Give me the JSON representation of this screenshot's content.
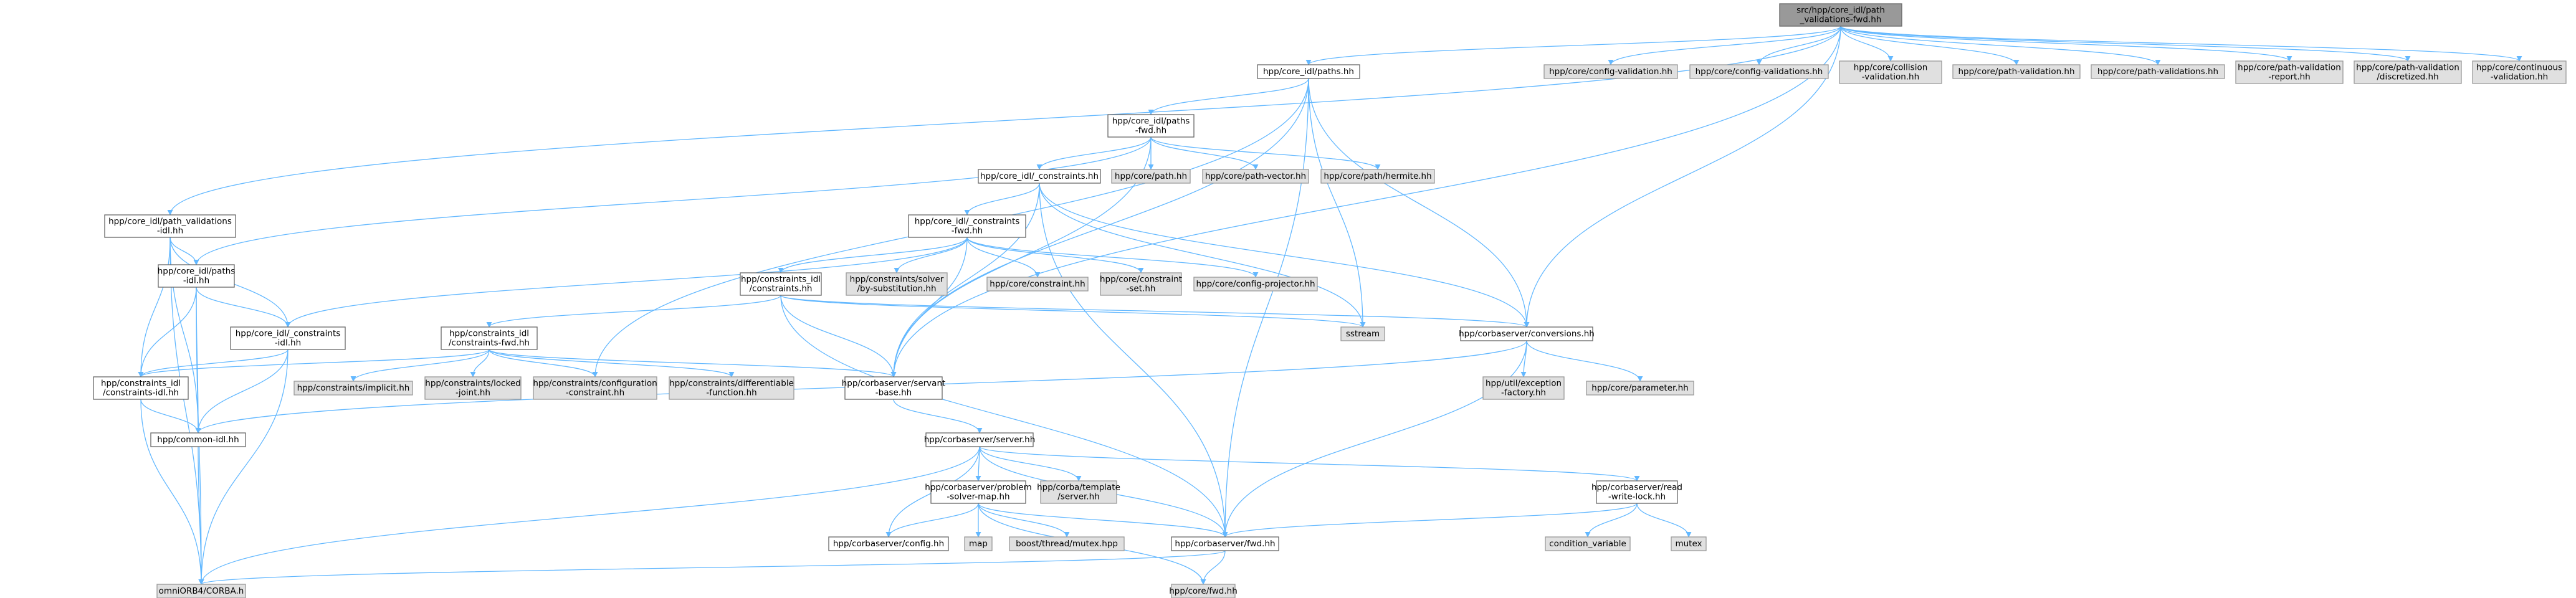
{
  "colors": {
    "edge": "#63b8ff",
    "root_fill": "#999999",
    "external_fill": "#e0e0e0",
    "node_fill": "#ffffff",
    "border": "#666666"
  },
  "nodes": [
    {
      "id": "root",
      "kind": "root",
      "lines": [
        "src/hpp/core_idl/path",
        "_validations-fwd.hh"
      ]
    },
    {
      "id": "paths",
      "kind": "plain",
      "lines": [
        "hpp/core_idl/paths.hh"
      ]
    },
    {
      "id": "cfgval",
      "kind": "ext",
      "lines": [
        "hpp/core/config-validation.hh"
      ]
    },
    {
      "id": "cfgvals",
      "kind": "ext",
      "lines": [
        "hpp/core/config-validations.hh"
      ]
    },
    {
      "id": "colval",
      "kind": "ext",
      "lines": [
        "hpp/core/collision",
        "-validation.hh"
      ]
    },
    {
      "id": "pathval",
      "kind": "ext",
      "lines": [
        "hpp/core/path-validation.hh"
      ]
    },
    {
      "id": "pathvals",
      "kind": "ext",
      "lines": [
        "hpp/core/path-validations.hh"
      ]
    },
    {
      "id": "pvreport",
      "kind": "ext",
      "lines": [
        "hpp/core/path-validation",
        "-report.hh"
      ]
    },
    {
      "id": "pvdisc",
      "kind": "ext",
      "lines": [
        "hpp/core/path-validation",
        "/discretized.hh"
      ]
    },
    {
      "id": "contval",
      "kind": "ext",
      "lines": [
        "hpp/core/continuous",
        "-validation.hh"
      ]
    },
    {
      "id": "pathsfwd",
      "kind": "plain",
      "lines": [
        "hpp/core_idl/paths",
        "-fwd.hh"
      ]
    },
    {
      "id": "pvidl",
      "kind": "plain",
      "lines": [
        "hpp/core_idl/path_validations",
        "-idl.hh"
      ]
    },
    {
      "id": "constraints",
      "kind": "plain",
      "lines": [
        "hpp/core_idl/_constraints.hh"
      ]
    },
    {
      "id": "corepath",
      "kind": "ext",
      "lines": [
        "hpp/core/path.hh"
      ]
    },
    {
      "id": "pathvec",
      "kind": "ext",
      "lines": [
        "hpp/core/path-vector.hh"
      ]
    },
    {
      "id": "hermite",
      "kind": "ext",
      "lines": [
        "hpp/core/path/hermite.hh"
      ]
    },
    {
      "id": "consfwd",
      "kind": "plain",
      "lines": [
        "hpp/core_idl/_constraints",
        "-fwd.hh"
      ]
    },
    {
      "id": "pathsidl",
      "kind": "plain",
      "lines": [
        "hpp/core_idl/paths",
        "-idl.hh"
      ]
    },
    {
      "id": "cidlcons",
      "kind": "plain",
      "lines": [
        "hpp/constraints_idl",
        "/constraints.hh"
      ]
    },
    {
      "id": "solver",
      "kind": "ext",
      "lines": [
        "hpp/constraints/solver",
        "/by-substitution.hh"
      ]
    },
    {
      "id": "coreconstraint",
      "kind": "ext",
      "lines": [
        "hpp/core/constraint.hh"
      ]
    },
    {
      "id": "consset",
      "kind": "ext",
      "lines": [
        "hpp/core/constraint",
        "-set.hh"
      ]
    },
    {
      "id": "cfgproj",
      "kind": "ext",
      "lines": [
        "hpp/core/config-projector.hh"
      ]
    },
    {
      "id": "sstream",
      "kind": "ext",
      "lines": [
        "sstream"
      ]
    },
    {
      "id": "conversions",
      "kind": "plain",
      "lines": [
        "hpp/corbaserver/conversions.hh"
      ]
    },
    {
      "id": "cidlfwd",
      "kind": "plain",
      "lines": [
        "hpp/constraints_idl",
        "/constraints-fwd.hh"
      ]
    },
    {
      "id": "considl",
      "kind": "plain",
      "lines": [
        "hpp/core_idl/_constraints",
        "-idl.hh"
      ]
    },
    {
      "id": "implicit",
      "kind": "ext",
      "lines": [
        "hpp/constraints/implicit.hh"
      ]
    },
    {
      "id": "locked",
      "kind": "ext",
      "lines": [
        "hpp/constraints/locked",
        "-joint.hh"
      ]
    },
    {
      "id": "cfgconstraint",
      "kind": "ext",
      "lines": [
        "hpp/constraints/configuration",
        "-constraint.hh"
      ]
    },
    {
      "id": "diff",
      "kind": "ext",
      "lines": [
        "hpp/constraints/differentiable",
        "-function.hh"
      ]
    },
    {
      "id": "servant",
      "kind": "plain",
      "lines": [
        "hpp/corbaserver/servant",
        "-base.hh"
      ]
    },
    {
      "id": "exception",
      "kind": "ext",
      "lines": [
        "hpp/util/exception",
        "-factory.hh"
      ]
    },
    {
      "id": "param",
      "kind": "ext",
      "lines": [
        "hpp/core/parameter.hh"
      ]
    },
    {
      "id": "cidlidl",
      "kind": "plain",
      "lines": [
        "hpp/constraints_idl",
        "/constraints-idl.hh"
      ]
    },
    {
      "id": "common",
      "kind": "plain",
      "lines": [
        "hpp/common-idl.hh"
      ]
    },
    {
      "id": "server",
      "kind": "plain",
      "lines": [
        "hpp/corbaserver/server.hh"
      ]
    },
    {
      "id": "problem",
      "kind": "plain",
      "lines": [
        "hpp/corbaserver/problem",
        "-solver-map.hh"
      ]
    },
    {
      "id": "corbatpl",
      "kind": "ext",
      "lines": [
        "hpp/corba/template",
        "/server.hh"
      ]
    },
    {
      "id": "rwlock",
      "kind": "plain",
      "lines": [
        "hpp/corbaserver/read",
        "-write-lock.hh"
      ]
    },
    {
      "id": "config",
      "kind": "plain",
      "lines": [
        "hpp/corbaserver/config.hh"
      ]
    },
    {
      "id": "map",
      "kind": "ext",
      "lines": [
        "map"
      ]
    },
    {
      "id": "mutexhpp",
      "kind": "ext",
      "lines": [
        "boost/thread/mutex.hpp"
      ]
    },
    {
      "id": "fwd",
      "kind": "plain",
      "lines": [
        "hpp/corbaserver/fwd.hh"
      ]
    },
    {
      "id": "condvar",
      "kind": "ext",
      "lines": [
        "condition_variable"
      ]
    },
    {
      "id": "mutex",
      "kind": "ext",
      "lines": [
        "mutex"
      ]
    },
    {
      "id": "orb",
      "kind": "ext",
      "lines": [
        "omniORB4/CORBA.h"
      ]
    },
    {
      "id": "corefwd",
      "kind": "ext",
      "lines": [
        "hpp/core/fwd.hh"
      ]
    }
  ],
  "edges": [
    [
      "root",
      "paths"
    ],
    [
      "root",
      "cfgval"
    ],
    [
      "root",
      "cfgvals"
    ],
    [
      "root",
      "colval"
    ],
    [
      "root",
      "pathval"
    ],
    [
      "root",
      "pathvals"
    ],
    [
      "root",
      "pvreport"
    ],
    [
      "root",
      "pvdisc"
    ],
    [
      "root",
      "contval"
    ],
    [
      "root",
      "pvidl"
    ],
    [
      "root",
      "conversions"
    ],
    [
      "root",
      "servant"
    ],
    [
      "paths",
      "pathsfwd"
    ],
    [
      "paths",
      "sstream"
    ],
    [
      "paths",
      "conversions"
    ],
    [
      "paths",
      "servant"
    ],
    [
      "paths",
      "fwd"
    ],
    [
      "paths",
      "cfgconstraint"
    ],
    [
      "pathsfwd",
      "constraints"
    ],
    [
      "pathsfwd",
      "corepath"
    ],
    [
      "pathsfwd",
      "pathvec"
    ],
    [
      "pathsfwd",
      "hermite"
    ],
    [
      "pathsfwd",
      "pathsidl"
    ],
    [
      "pathsfwd",
      "servant"
    ],
    [
      "constraints",
      "consfwd"
    ],
    [
      "constraints",
      "conversions"
    ],
    [
      "constraints",
      "sstream"
    ],
    [
      "constraints",
      "servant"
    ],
    [
      "constraints",
      "fwd"
    ],
    [
      "consfwd",
      "cidlcons"
    ],
    [
      "consfwd",
      "solver"
    ],
    [
      "consfwd",
      "coreconstraint"
    ],
    [
      "consfwd",
      "consset"
    ],
    [
      "consfwd",
      "cfgproj"
    ],
    [
      "consfwd",
      "considl"
    ],
    [
      "consfwd",
      "servant"
    ],
    [
      "cidlcons",
      "cidlfwd"
    ],
    [
      "cidlcons",
      "sstream"
    ],
    [
      "cidlcons",
      "conversions"
    ],
    [
      "cidlcons",
      "servant"
    ],
    [
      "cidlcons",
      "fwd"
    ],
    [
      "cidlfwd",
      "implicit"
    ],
    [
      "cidlfwd",
      "locked"
    ],
    [
      "cidlfwd",
      "cfgconstraint"
    ],
    [
      "cidlfwd",
      "diff"
    ],
    [
      "cidlfwd",
      "servant"
    ],
    [
      "cidlfwd",
      "cidlidl"
    ],
    [
      "pvidl",
      "pathsidl"
    ],
    [
      "pvidl",
      "considl"
    ],
    [
      "pvidl",
      "cidlidl"
    ],
    [
      "pvidl",
      "common"
    ],
    [
      "pvidl",
      "orb"
    ],
    [
      "pathsidl",
      "considl"
    ],
    [
      "pathsidl",
      "cidlidl"
    ],
    [
      "pathsidl",
      "common"
    ],
    [
      "pathsidl",
      "orb"
    ],
    [
      "considl",
      "cidlidl"
    ],
    [
      "considl",
      "common"
    ],
    [
      "considl",
      "orb"
    ],
    [
      "cidlidl",
      "common"
    ],
    [
      "cidlidl",
      "orb"
    ],
    [
      "common",
      "orb"
    ],
    [
      "conversions",
      "exception"
    ],
    [
      "conversions",
      "param"
    ],
    [
      "conversions",
      "common"
    ],
    [
      "conversions",
      "fwd"
    ],
    [
      "servant",
      "server"
    ],
    [
      "server",
      "problem"
    ],
    [
      "server",
      "corbatpl"
    ],
    [
      "server",
      "rwlock"
    ],
    [
      "server",
      "config"
    ],
    [
      "server",
      "fwd"
    ],
    [
      "server",
      "orb"
    ],
    [
      "problem",
      "config"
    ],
    [
      "problem",
      "map"
    ],
    [
      "problem",
      "mutexhpp"
    ],
    [
      "problem",
      "fwd"
    ],
    [
      "problem",
      "corefwd"
    ],
    [
      "rwlock",
      "condvar"
    ],
    [
      "rwlock",
      "mutex"
    ],
    [
      "rwlock",
      "fwd"
    ],
    [
      "fwd",
      "corefwd"
    ],
    [
      "fwd",
      "orb"
    ]
  ]
}
